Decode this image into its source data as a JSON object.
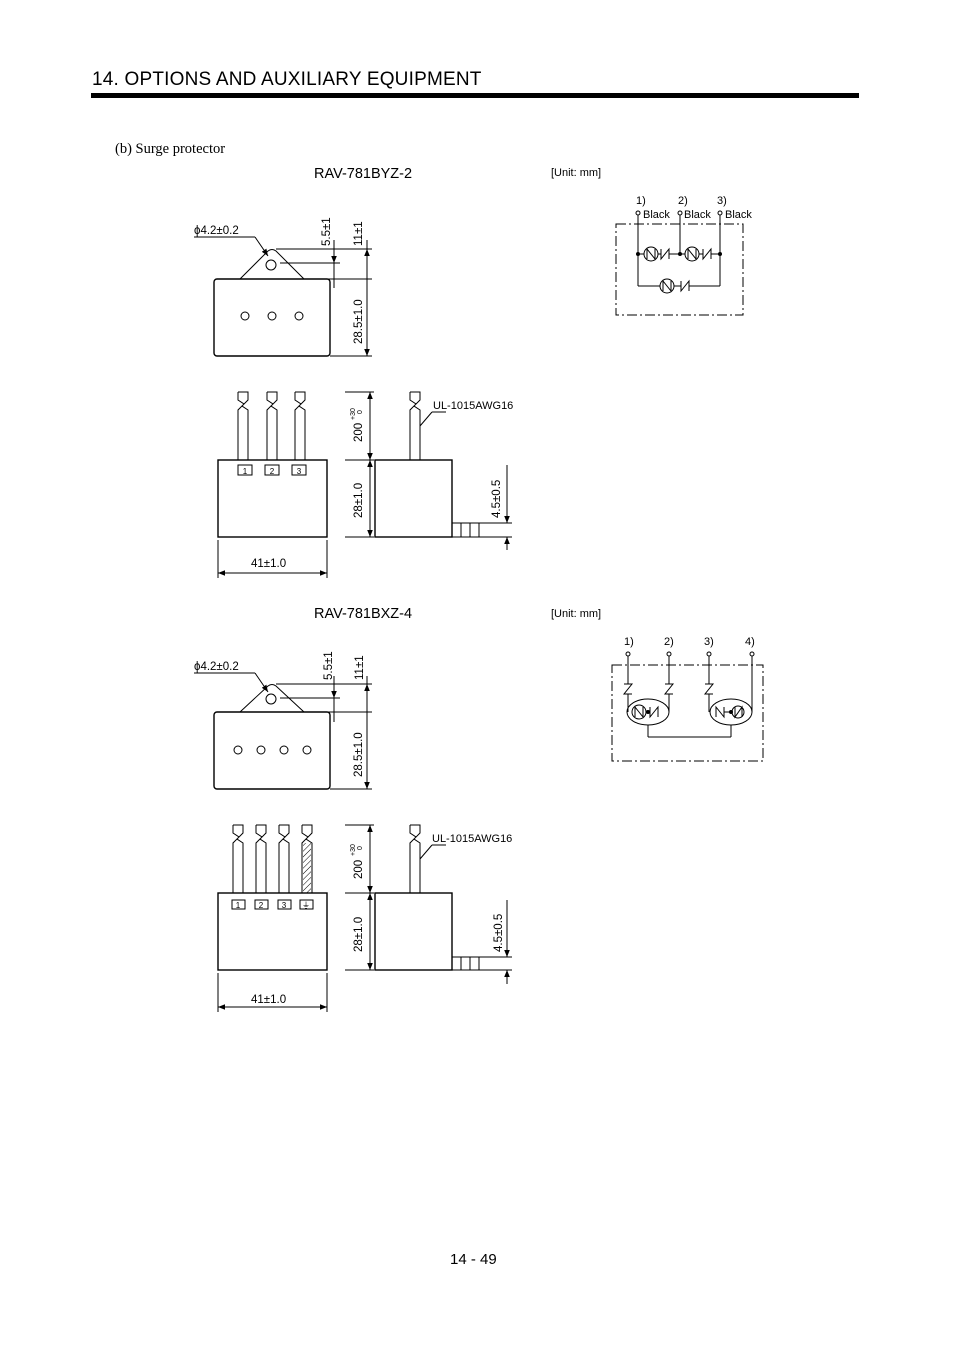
{
  "header": {
    "title": "14. OPTIONS AND AUXILIARY EQUIPMENT"
  },
  "section": {
    "label": "(b) Surge protector"
  },
  "models": [
    {
      "name": "RAV-781BYZ-2",
      "unit": "[Unit: mm]",
      "hole_dim": "ϕ4.2±0.2",
      "dim_tab": "5.5±1",
      "dim_top": "11±1",
      "dim_body_height": "28.5±1.0",
      "dim_lead": "200",
      "dim_lead_tol_plus": "+30",
      "dim_lead_tol_minus": "0",
      "wire": "UL-1015AWG16",
      "dim_side_height": "28±1.0",
      "dim_thickness": "4.5±0.5",
      "dim_width": "41±1.0",
      "terminals": [
        "1",
        "2",
        "3"
      ],
      "circuit_labels": [
        "1)",
        "2)",
        "3)"
      ],
      "wire_colors": [
        "Black",
        "Black",
        "Black"
      ]
    },
    {
      "name": "RAV-781BXZ-4",
      "unit": "[Unit: mm]",
      "hole_dim": "ϕ4.2±0.2",
      "dim_tab": "5.5±1",
      "dim_top": "11±1",
      "dim_body_height": "28.5±1.0",
      "dim_lead": "200",
      "dim_lead_tol_plus": "+30",
      "dim_lead_tol_minus": "0",
      "wire": "UL-1015AWG16",
      "dim_side_height": "28±1.0",
      "dim_thickness": "4.5±0.5",
      "dim_width": "41±1.0",
      "terminals": [
        "1",
        "2",
        "3",
        "⏚"
      ],
      "circuit_labels": [
        "1)",
        "2)",
        "3)",
        "4)"
      ]
    }
  ],
  "footer": {
    "page": "14 -  49"
  }
}
